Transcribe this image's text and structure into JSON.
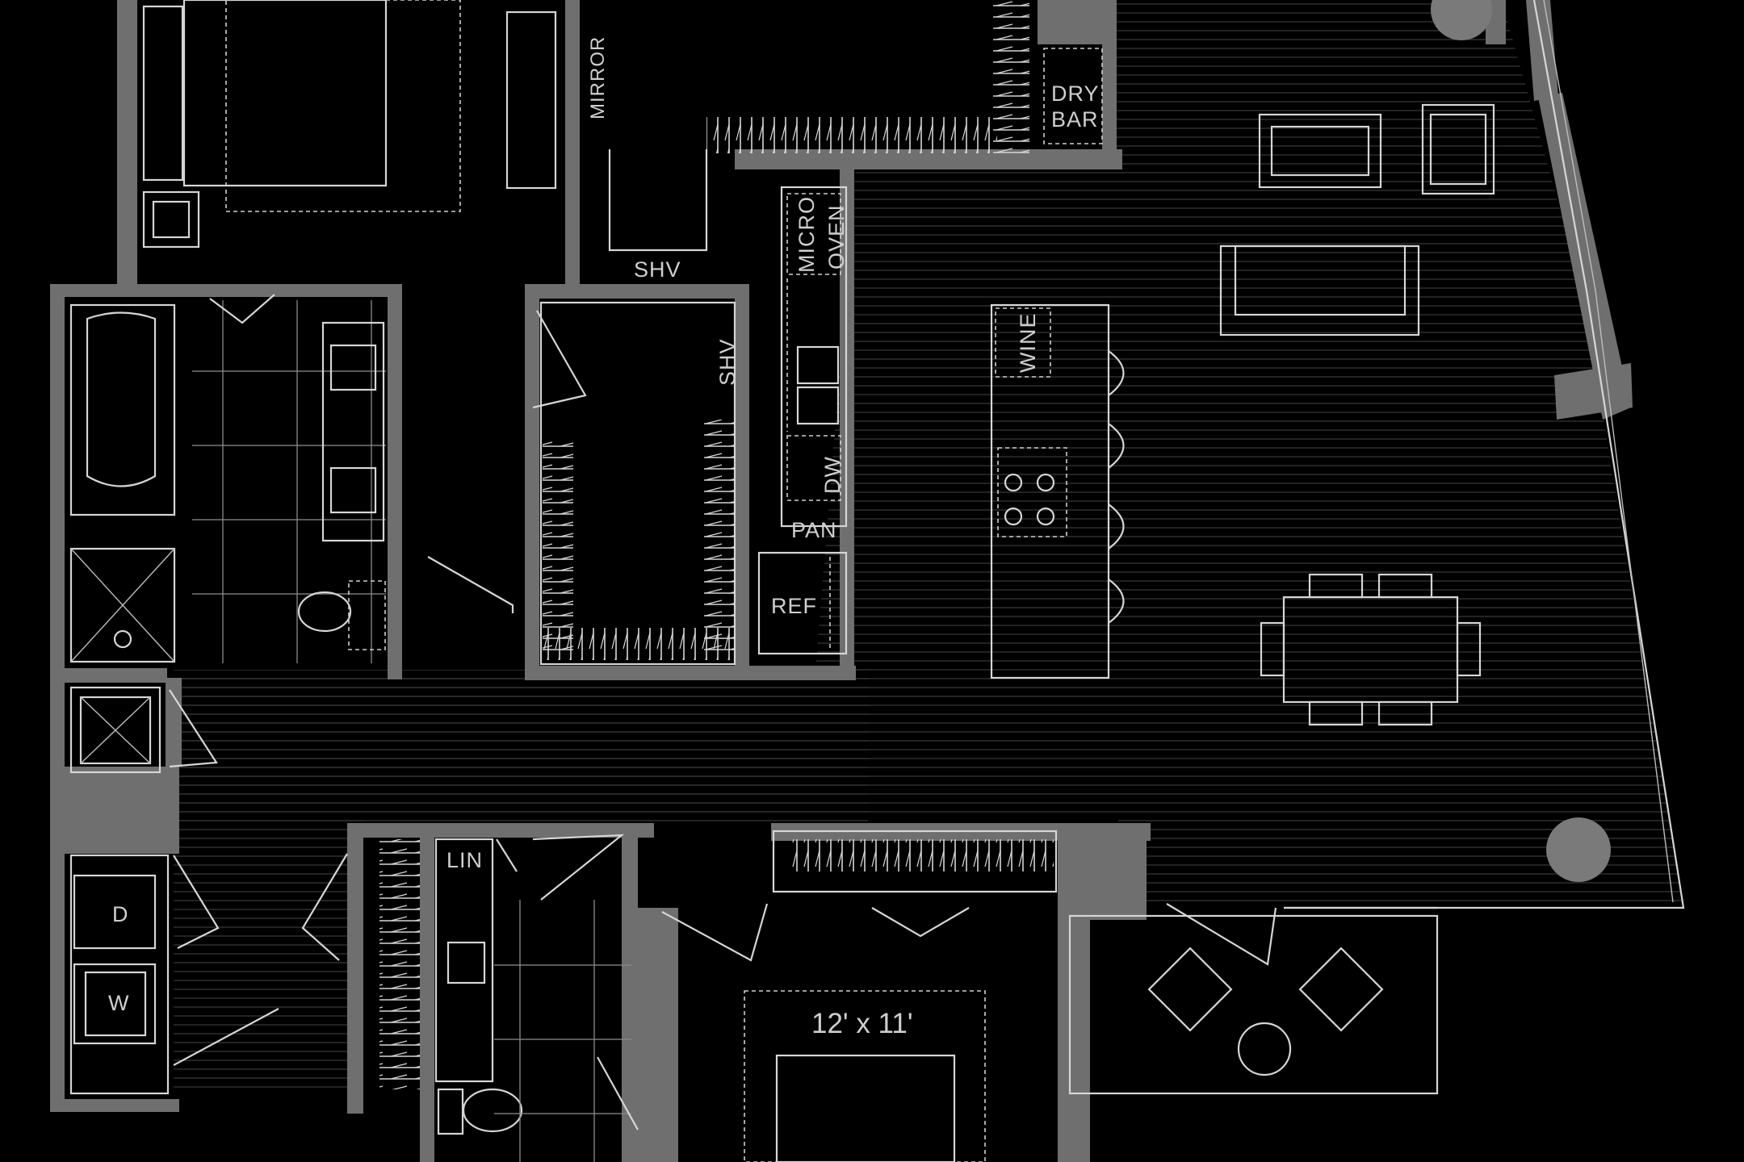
{
  "plan": {
    "labels": {
      "mirror": "MIRROR",
      "dry_bar": [
        "DRY",
        "BAR"
      ],
      "shv_top": "SHV",
      "shv_closet": "SHV",
      "micro": "MICRO",
      "oven": "OVEN",
      "dw": "DW",
      "pan": "PAN",
      "ref": "REF",
      "wine": "WINE",
      "lin": "LIN",
      "dryer": "D",
      "washer": "W",
      "bedroom_dim": "12' x 11'"
    },
    "colors": {
      "background": "#000000",
      "wall": "#6f6f6f",
      "line": "#d6d6d6",
      "floor_hatch": "#3a3a3a"
    }
  }
}
